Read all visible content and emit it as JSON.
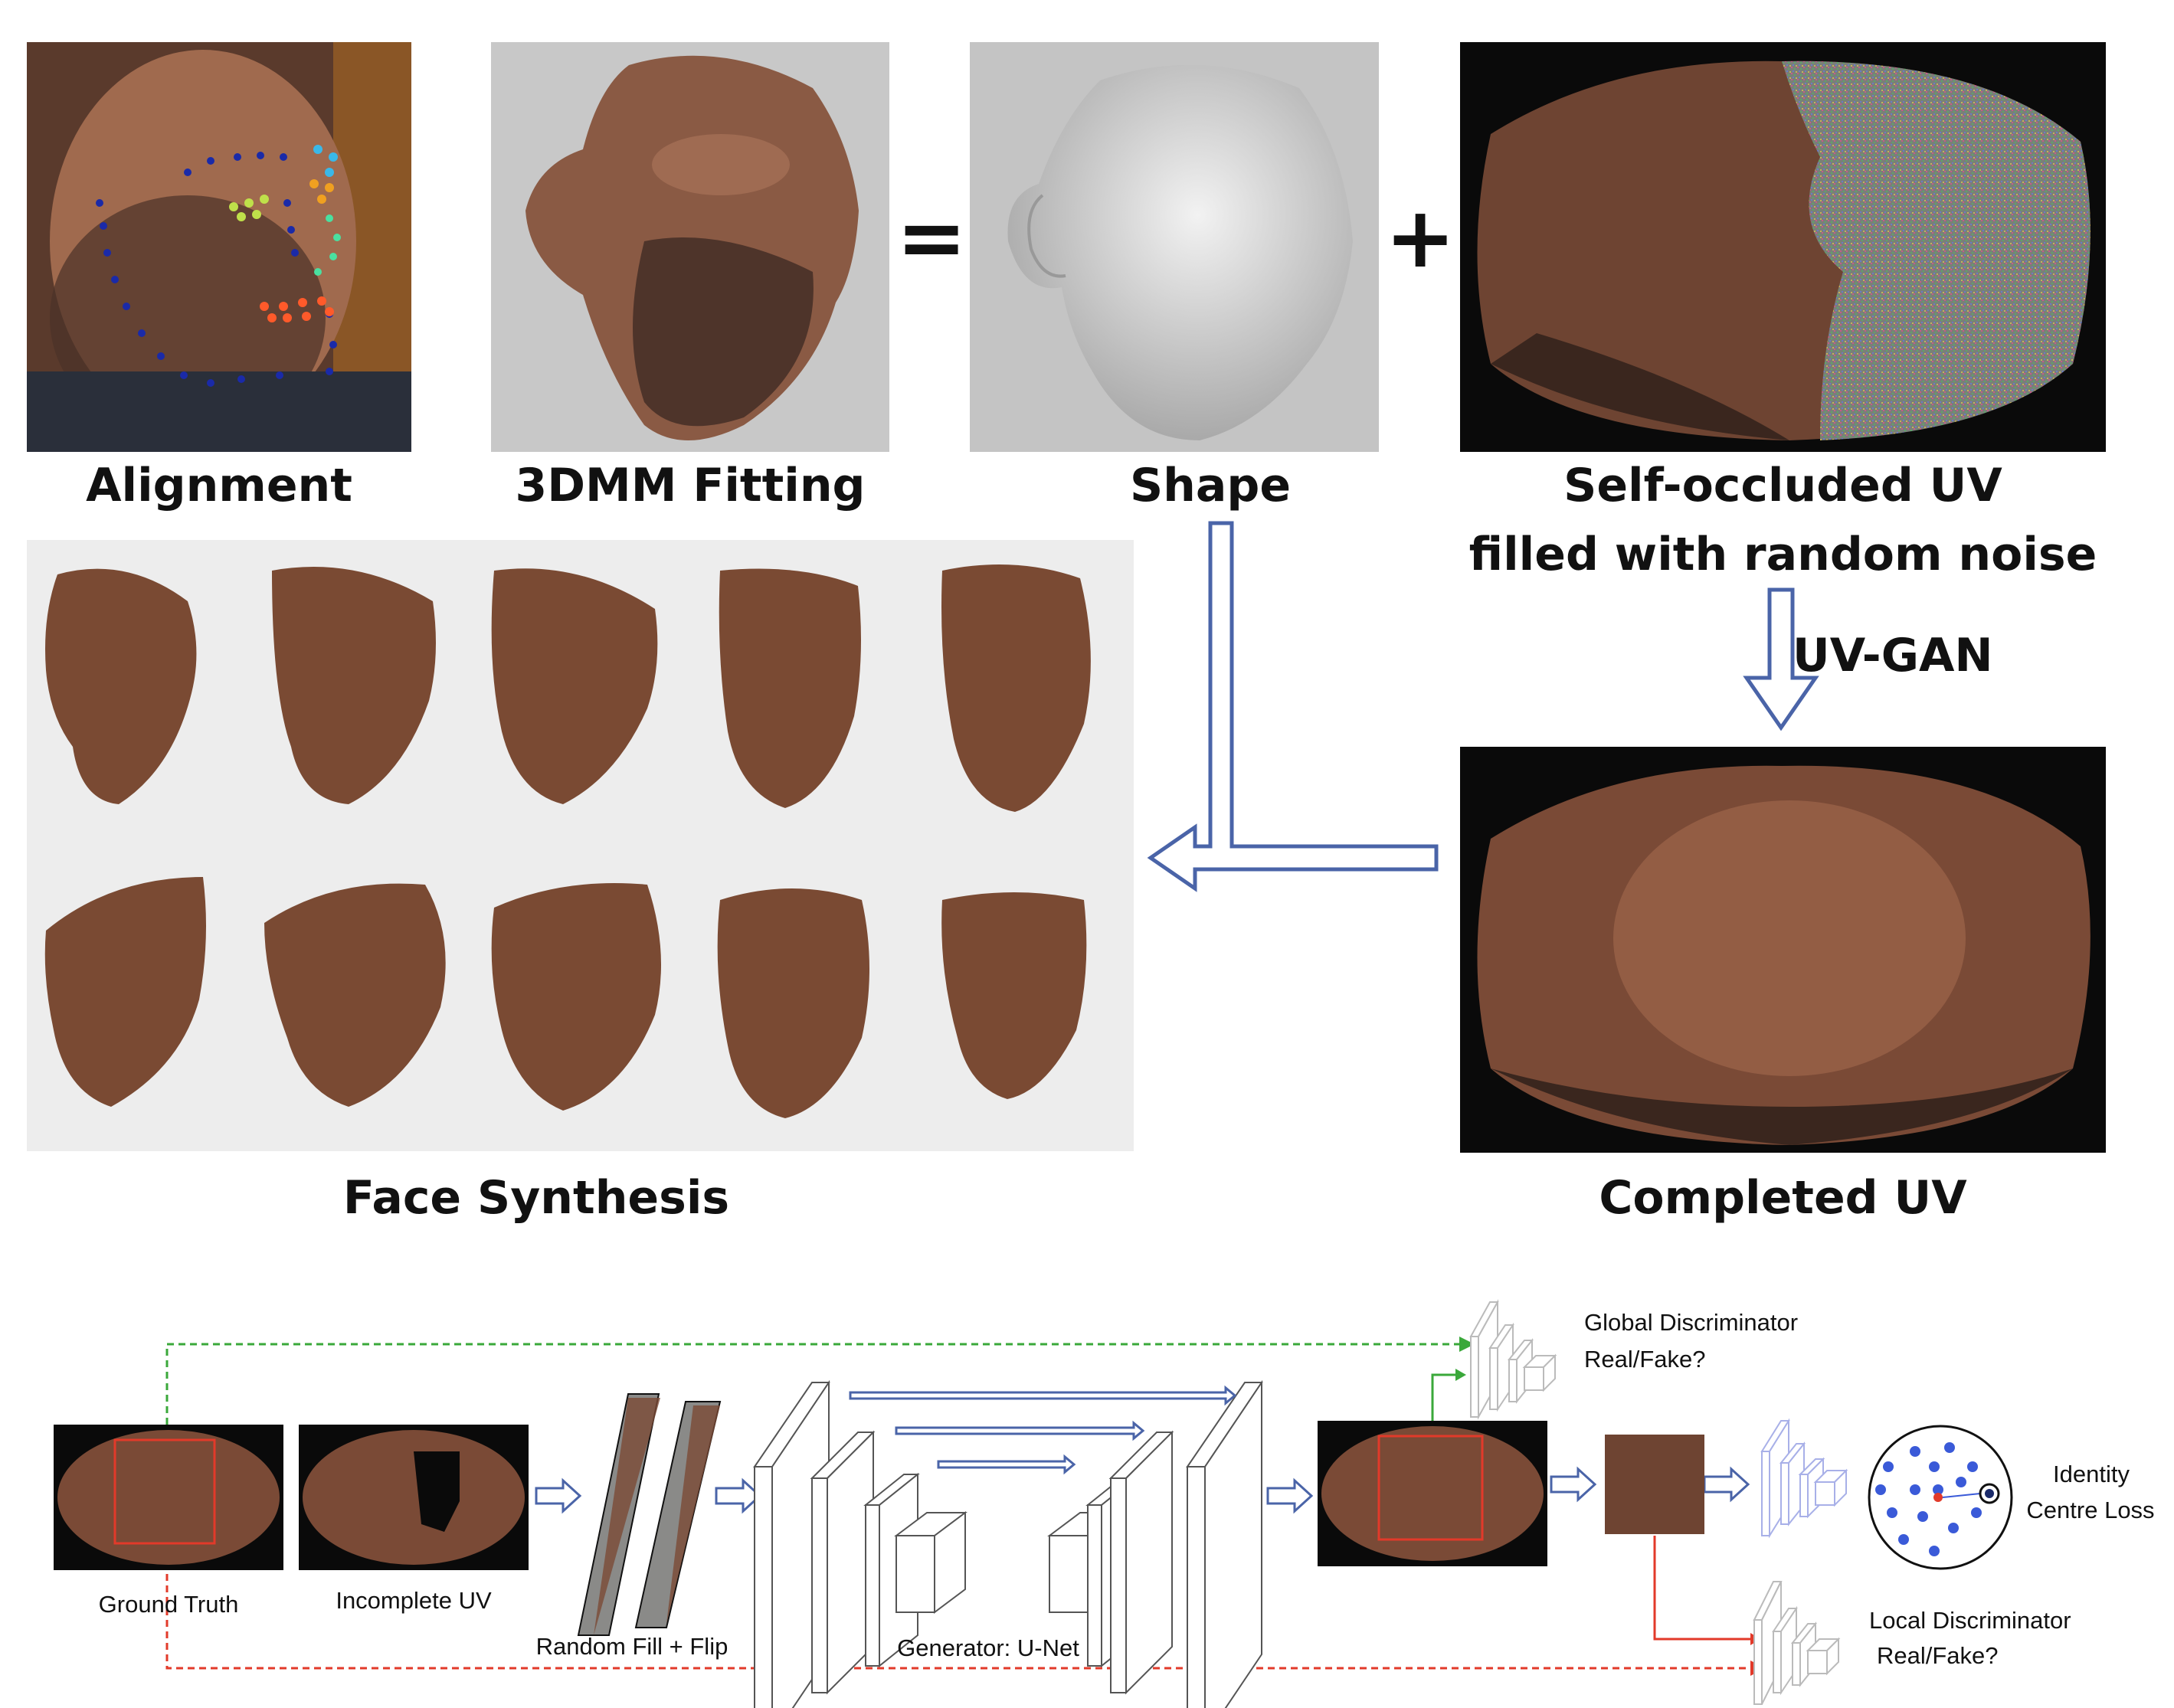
{
  "top_labels": {
    "alignment": "Alignment",
    "fitting": "3DMM  Fitting",
    "shape": "Shape",
    "self_occluded_line1": "Self-occluded UV",
    "self_occluded_line2": "filled with random noise",
    "uv_gan": "UV-GAN",
    "face_synthesis": "Face Synthesis",
    "completed_uv": "Completed UV",
    "equals": "=",
    "plus": "+"
  },
  "pipeline_labels": {
    "ground_truth": "Ground Truth",
    "incomplete_uv": "Incomplete UV",
    "random_fill": "Random Fill + Flip",
    "generator": "Generator: U-Net",
    "global_disc_1": "Global Discriminator",
    "global_disc_2": "Real/Fake?",
    "identity_1": "Identity",
    "identity_2": "Centre Loss",
    "local_disc_1": "Local Discriminator",
    "local_disc_2": "Real/Fake?"
  },
  "colors": {
    "arrow_blue": "#4a64a8",
    "skin": "#7a4a33",
    "green_dash": "#3aa83a",
    "red_dash": "#e23a2a",
    "panel_gray": "#ededed"
  }
}
